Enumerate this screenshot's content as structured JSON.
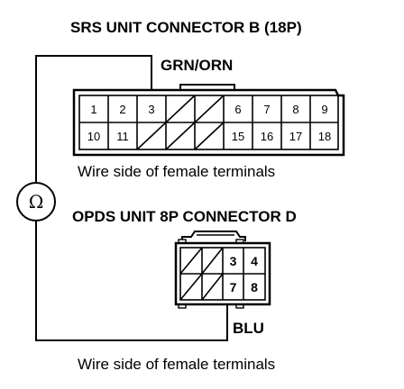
{
  "srs_connector": {
    "title": "SRS UNIT CONNECTOR B (18P)",
    "wire_label": "GRN/ORN",
    "top_row_pins": [
      "1",
      "2",
      "3",
      "",
      "",
      "6",
      "7",
      "8",
      "9"
    ],
    "bottom_row_pins": [
      "10",
      "11",
      "",
      "",
      "",
      "15",
      "16",
      "17",
      "18"
    ],
    "caption": "Wire side of female terminals"
  },
  "opds_connector": {
    "title": "OPDS UNIT 8P CONNECTOR D",
    "wire_label": "BLU",
    "top_row_pins": [
      "",
      "",
      "3",
      "4"
    ],
    "bottom_row_pins": [
      "",
      "",
      "7",
      "8"
    ],
    "caption": "Wire side of female terminals"
  },
  "meter": {
    "symbol": "Ω"
  }
}
